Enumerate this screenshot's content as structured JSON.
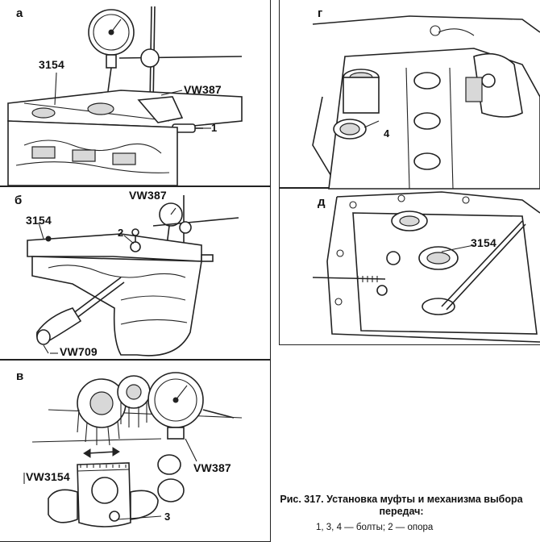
{
  "panels": {
    "a": {
      "letter": "а",
      "labels": {
        "part": "3154",
        "tool": "VW387",
        "bolt": "1"
      }
    },
    "b": {
      "letter": "б",
      "labels": {
        "tool_top": "VW387",
        "part": "3154",
        "support": "2",
        "tool_bottom": "VW709"
      }
    },
    "v": {
      "letter": "в",
      "labels": {
        "part": "VW3154",
        "tool": "VW387",
        "bolt": "3"
      }
    },
    "g": {
      "letter": "г",
      "labels": {
        "bolt": "4"
      }
    },
    "d": {
      "letter": "д",
      "labels": {
        "part": "3154"
      }
    }
  },
  "caption": {
    "title": "Рис. 317. Установка муфты и механизма выбора передач:",
    "legend": "1, 3, 4 — болты; 2 — опора"
  }
}
